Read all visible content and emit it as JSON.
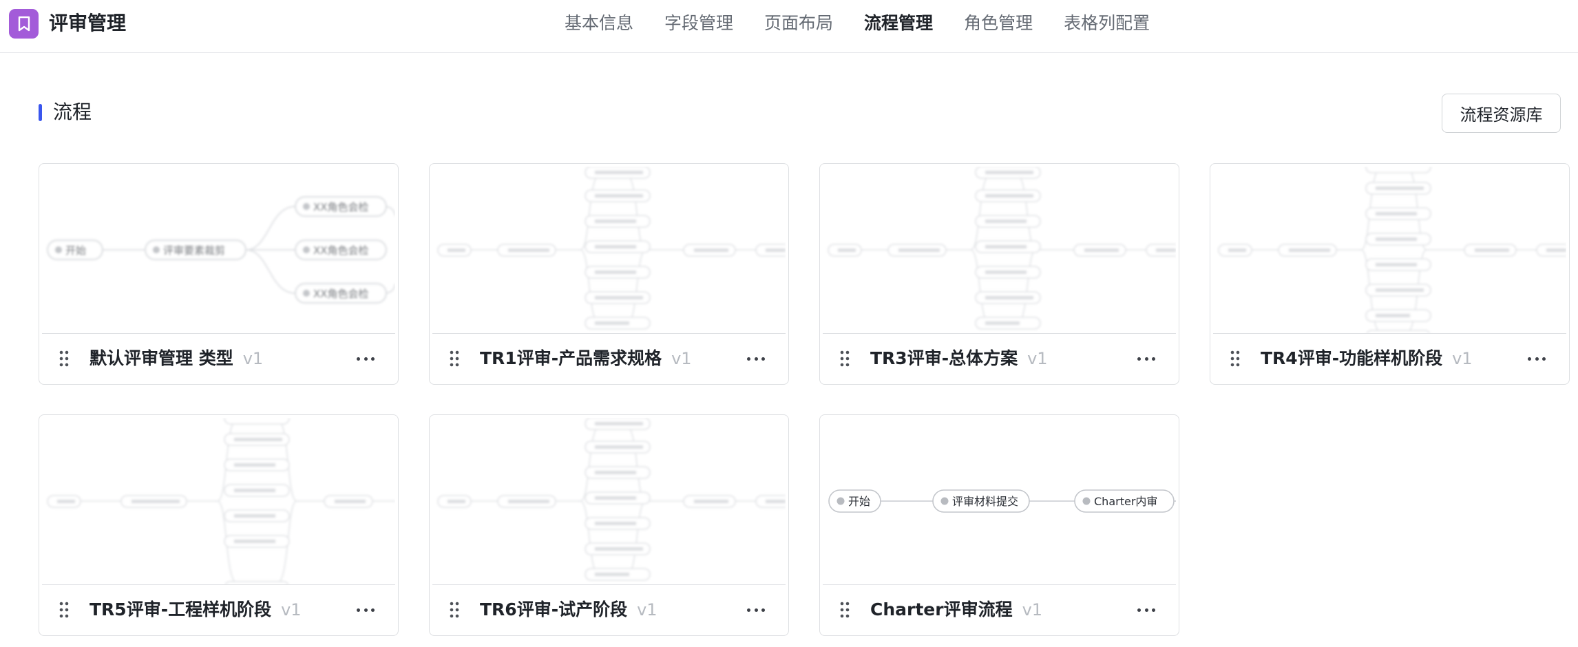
{
  "app": {
    "title": "评审管理",
    "icon": "bookmark-icon",
    "accent": "#a35bd9"
  },
  "nav": {
    "items": [
      {
        "label": "基本信息"
      },
      {
        "label": "字段管理"
      },
      {
        "label": "页面布局"
      },
      {
        "label": "流程管理",
        "active": true
      },
      {
        "label": "角色管理"
      },
      {
        "label": "表格列配置"
      }
    ]
  },
  "section": {
    "title": "流程",
    "accent": "#3a56ee",
    "library_button": "流程资源库"
  },
  "cards": [
    {
      "name": "默认评审管理 类型",
      "version": "v1",
      "preview": {
        "start": "开始",
        "step": "评审要素裁剪",
        "branches": [
          "XX角色会检",
          "XX角色会检",
          "XX角色会检"
        ]
      }
    },
    {
      "name": "TR1评审-产品需求规格",
      "version": "v1"
    },
    {
      "name": "TR3评审-总体方案",
      "version": "v1"
    },
    {
      "name": "TR4评审-功能样机阶段",
      "version": "v1"
    },
    {
      "name": "TR5评审-工程样机阶段",
      "version": "v1"
    },
    {
      "name": "TR6评审-试产阶段",
      "version": "v1"
    },
    {
      "name": "Charter评审流程",
      "version": "v1",
      "preview": {
        "nodes": [
          "开始",
          "评审材料提交",
          "Charter内审"
        ]
      }
    }
  ]
}
